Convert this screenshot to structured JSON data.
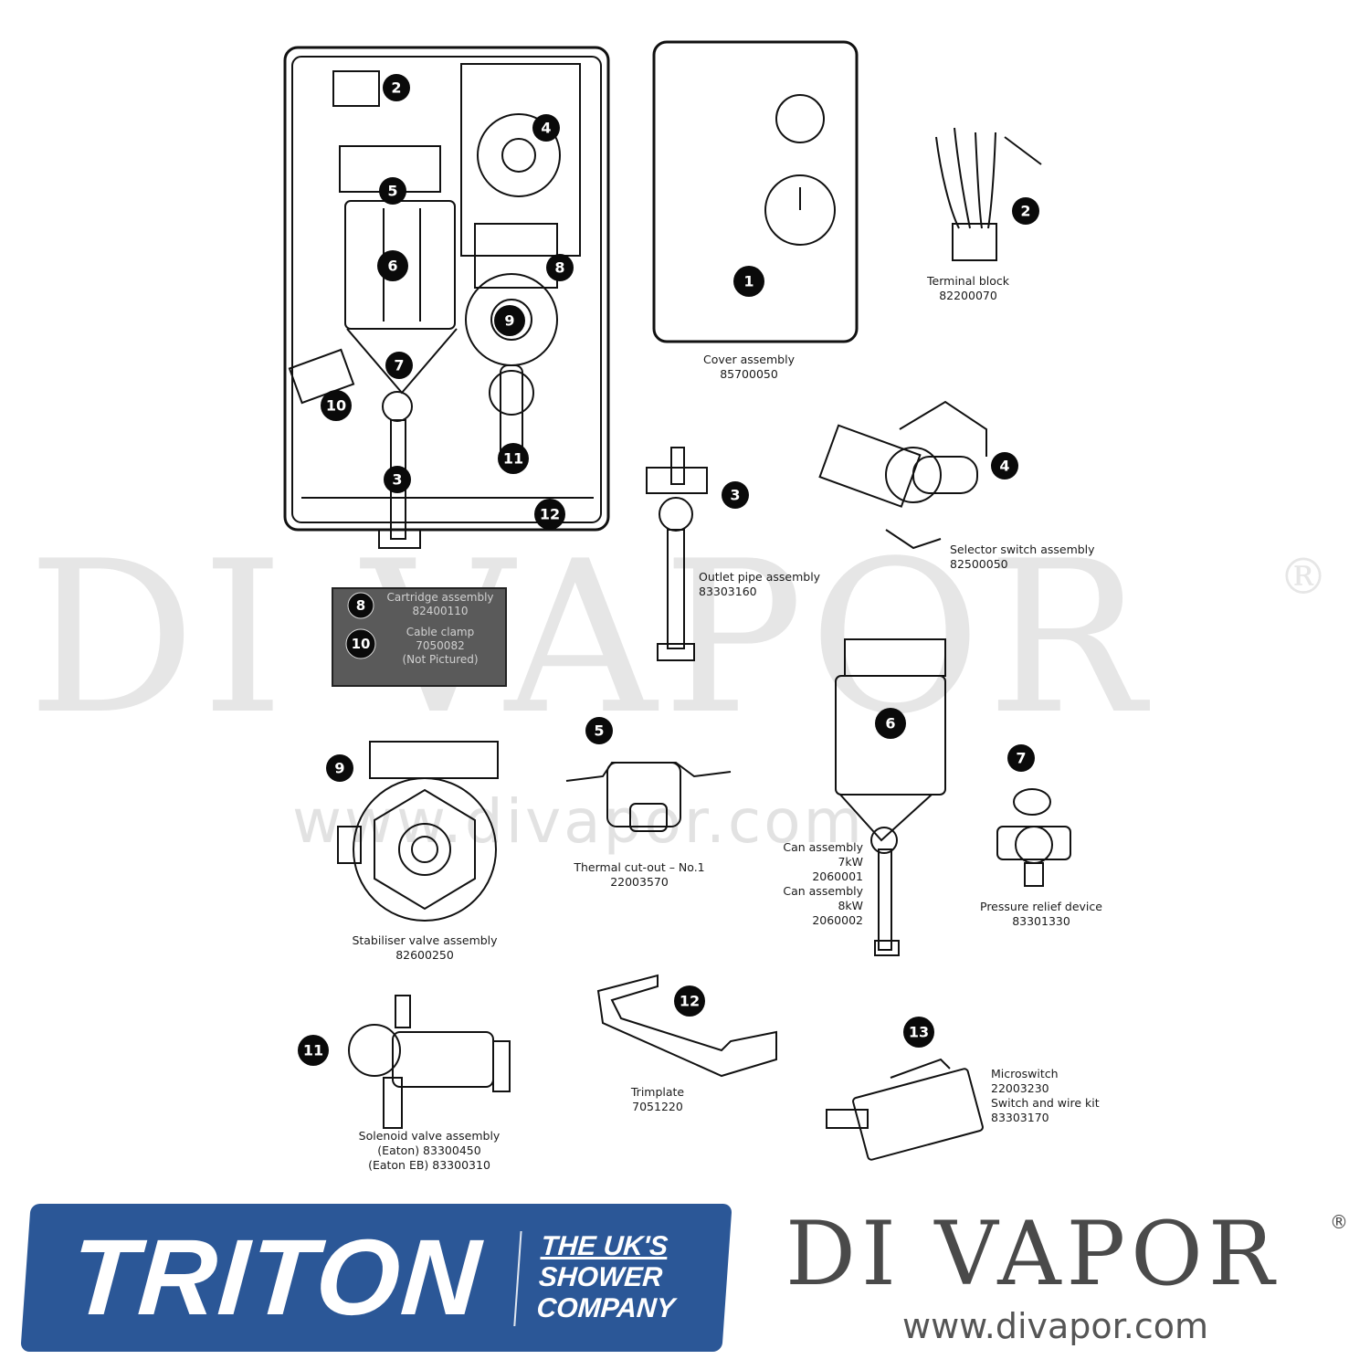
{
  "watermark": {
    "big": "DI VAPOR",
    "registered": "®",
    "url": "www.divapor.com"
  },
  "parts": [
    {
      "num": "1",
      "lines": [
        "Cover assembly",
        "85700050"
      ]
    },
    {
      "num": "2",
      "lines": [
        "Terminal block",
        "82200070"
      ]
    },
    {
      "num": "3",
      "lines": [
        "Outlet pipe assembly",
        "83303160"
      ]
    },
    {
      "num": "4",
      "lines": [
        "Selector switch assembly",
        "82500050"
      ]
    },
    {
      "num": "5",
      "lines": [
        "Thermal cut-out – No.1",
        "22003570"
      ]
    },
    {
      "num": "6",
      "lines": [
        "Can assembly",
        "7kW",
        "2060001",
        "Can assembly",
        "8kW",
        "2060002"
      ]
    },
    {
      "num": "7",
      "lines": [
        "Pressure relief device",
        "83301330"
      ]
    },
    {
      "num": "9",
      "lines": [
        "Stabiliser valve assembly",
        "82600250"
      ]
    },
    {
      "num": "11",
      "lines": [
        "Solenoid valve assembly",
        "(Eaton) 83300450",
        "(Eaton EB) 83300310"
      ]
    },
    {
      "num": "12",
      "lines": [
        "Trimplate",
        "7051220"
      ]
    },
    {
      "num": "13",
      "lines": [
        "Microswitch",
        "22003230",
        "Switch and wire kit",
        "83303170"
      ]
    }
  ],
  "legend": {
    "items": [
      {
        "num": "8",
        "lines": [
          "Cartridge assembly",
          "82400110"
        ]
      },
      {
        "num": "10",
        "lines": [
          "Cable clamp",
          "7050082",
          "(Not Pictured)"
        ]
      }
    ]
  },
  "callouts": [
    "1",
    "2",
    "3",
    "4",
    "5",
    "6",
    "7",
    "8",
    "9",
    "10",
    "11",
    "12",
    "13"
  ],
  "brand": {
    "name": "TRITON",
    "tagline": [
      "THE UK'S",
      "SHOWER",
      "COMPANY"
    ],
    "colors": {
      "banner": "#2b5797",
      "text": "#ffffff"
    }
  },
  "vendor": {
    "name": "DI VAPOR",
    "registered": "®",
    "url": "www.divapor.com"
  }
}
